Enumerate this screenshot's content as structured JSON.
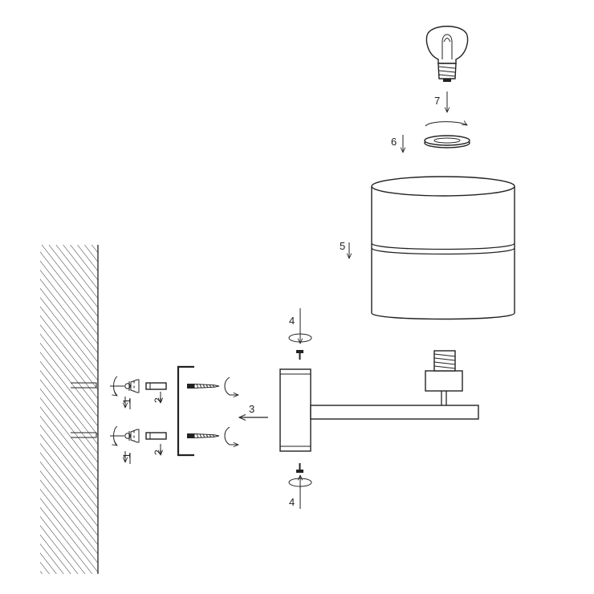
{
  "steps": {
    "s1a": "1",
    "s1b": "1",
    "s2a": "2",
    "s2b": "2",
    "s3": "3",
    "s4_top": "4",
    "s4_bottom": "4",
    "s5": "5",
    "s6": "6",
    "s7": "7"
  },
  "colors": {
    "line": "#222222",
    "background": "#ffffff"
  },
  "icons": [
    "wall-hatch",
    "wall-plug",
    "screw",
    "rotation-arrow",
    "bracket",
    "lamp-arm",
    "lamp-shade",
    "shade-ring",
    "light-bulb",
    "arrow"
  ]
}
